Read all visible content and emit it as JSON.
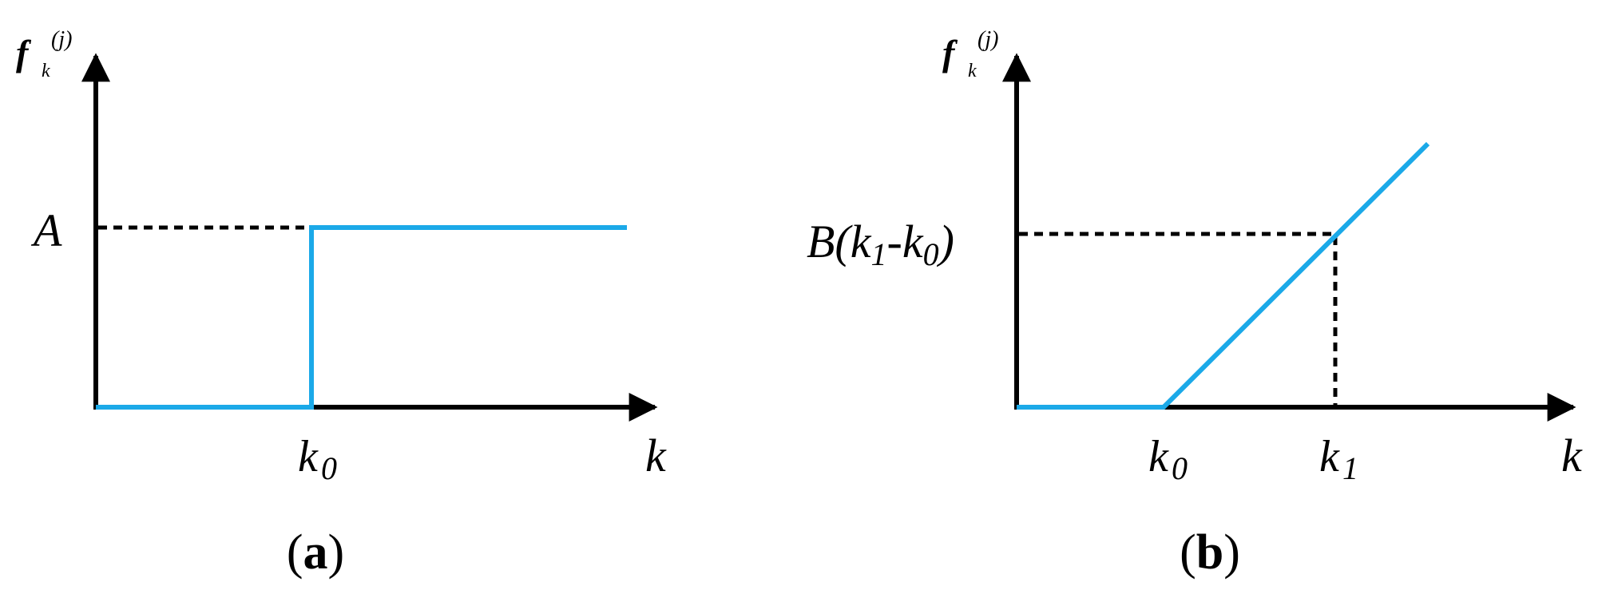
{
  "panels": [
    {
      "id": "a",
      "y_axis": {
        "main": "f",
        "sub": "k",
        "sup": "(j)"
      },
      "x_axis_label": "k",
      "level_label": "A",
      "tick_label": {
        "main": "k",
        "sub": "0"
      },
      "caption": {
        "open": "(",
        "letter": "a",
        "close": ")"
      }
    },
    {
      "id": "b",
      "y_axis": {
        "main": "f",
        "sub": "k",
        "sup": "(j)"
      },
      "x_axis_label": "k",
      "level_label": {
        "prefix": "B(",
        "k1": "k",
        "k1_sub": "1",
        "minus": "-",
        "k0": "k",
        "k0_sub": "0",
        "suffix": ")"
      },
      "tick_labels": [
        {
          "main": "k",
          "sub": "0"
        },
        {
          "main": "k",
          "sub": "1"
        }
      ],
      "caption": {
        "open": "(",
        "letter": "b",
        "close": ")"
      }
    }
  ],
  "colors": {
    "curve": "#1BA9E8",
    "axis": "#000000",
    "guide": "#000000"
  }
}
